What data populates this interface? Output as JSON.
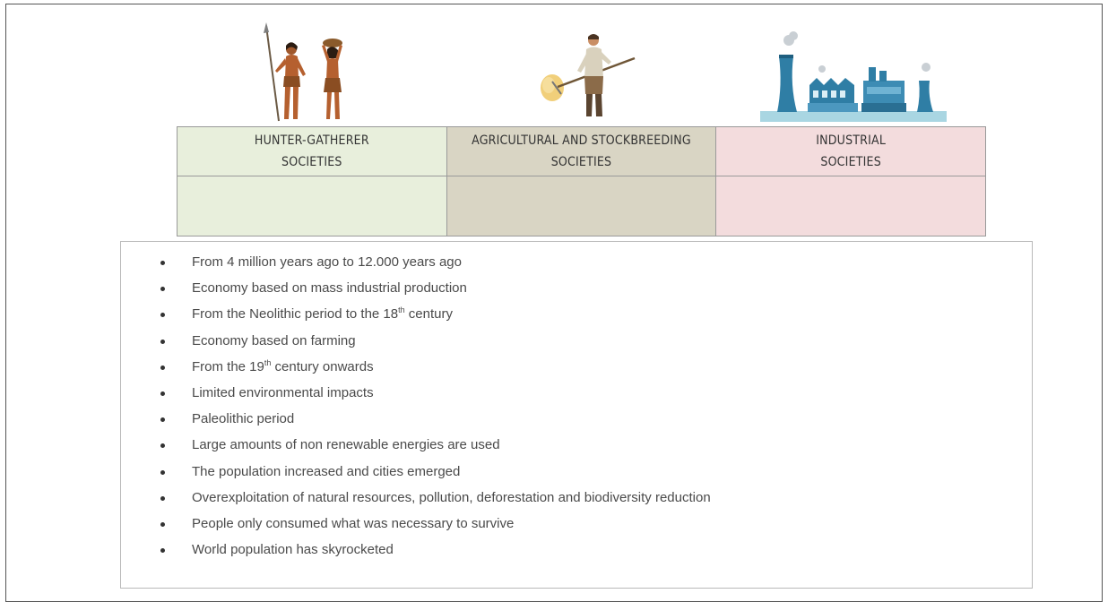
{
  "societies": [
    {
      "line1": "HUNTER-GATHERER",
      "line2": "SOCIETIES",
      "color": "#e8efdc",
      "illustration": "hunter-gatherers-icon"
    },
    {
      "line1": "AGRICULTURAL AND STOCKBREEDING",
      "line2": "SOCIETIES",
      "color": "#d9d5c4",
      "illustration": "farmer-icon"
    },
    {
      "line1": "INDUSTRIAL",
      "line2": "SOCIETIES",
      "color": "#f3dcdd",
      "illustration": "factory-icon"
    }
  ],
  "statements": [
    {
      "pre": "From 4 million years ago to 12.000 years ago",
      "sup": "",
      "post": ""
    },
    {
      "pre": "Economy based on mass industrial production",
      "sup": "",
      "post": ""
    },
    {
      "pre": "From the Neolithic period to the 18",
      "sup": "th",
      "post": " century"
    },
    {
      "pre": "Economy based on farming",
      "sup": "",
      "post": ""
    },
    {
      "pre": "From the 19",
      "sup": "th",
      "post": " century onwards"
    },
    {
      "pre": "Limited environmental impacts",
      "sup": "",
      "post": ""
    },
    {
      "pre": "Paleolithic period",
      "sup": "",
      "post": ""
    },
    {
      "pre": "Large amounts of non renewable energies are used",
      "sup": "",
      "post": ""
    },
    {
      "pre": "The population increased and cities emerged",
      "sup": "",
      "post": ""
    },
    {
      "pre": "Overexploitation of natural resources, pollution, deforestation and biodiversity reduction",
      "sup": "",
      "post": ""
    },
    {
      "pre": "People only consumed what was necessary to survive",
      "sup": "",
      "post": ""
    },
    {
      "pre": "World population has skyrocketed",
      "sup": "",
      "post": ""
    }
  ]
}
